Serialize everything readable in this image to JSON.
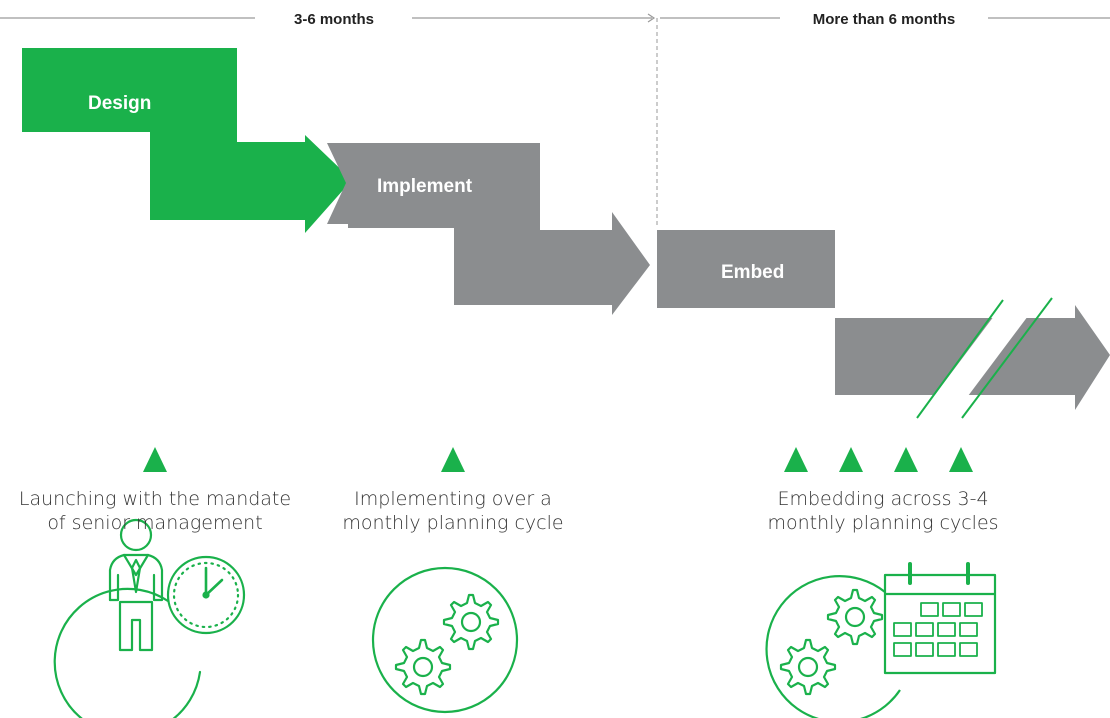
{
  "timeline": {
    "period_1_label": "3-6 months",
    "period_2_label": "More than 6 months"
  },
  "stages": [
    {
      "label": "Design",
      "color": "#1ab14b"
    },
    {
      "label": "Implement",
      "color": "#8b8d8f"
    },
    {
      "label": "Embed",
      "color": "#8b8d8f"
    }
  ],
  "captions": [
    {
      "line1": "Launching with the mandate",
      "line2": "of senior management",
      "icon": "businessman-clock-icon"
    },
    {
      "line1": "Implementing over a",
      "line2": "monthly planning cycle",
      "icon": "gears-icon"
    },
    {
      "line1": "Embedding across 3-4",
      "line2": "monthly planning cycles",
      "icon": "gears-calendar-icon"
    }
  ],
  "colors": {
    "green": "#1ab14b",
    "gray": "#8b8d8f",
    "line": "#9a9a9a"
  }
}
